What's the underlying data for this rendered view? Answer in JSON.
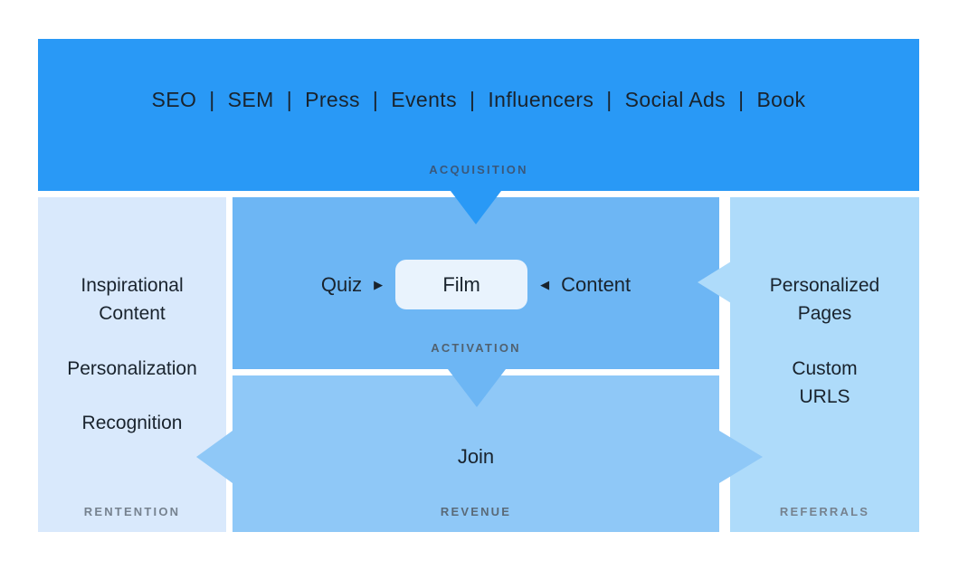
{
  "colors": {
    "acquisition_band": "#2999F6",
    "activation_panel": "#6DB6F4",
    "revenue_panel": "#8FC8F7",
    "referrals_panel": "#AEDBFA",
    "retention_panel": "#D9E9FC",
    "film_box": "#E9F3FD",
    "body_text": "#19232D",
    "acquisition_label_text": "#3A587B",
    "gray_label_text": "#76828F"
  },
  "acquisition": {
    "channels": [
      "SEO",
      "SEM",
      "Press",
      "Events",
      "Influencers",
      "Social Ads",
      "Book"
    ],
    "separator": "|",
    "label": "ACQUISITION"
  },
  "activation": {
    "quiz": "Quiz",
    "film": "Film",
    "content": "Content",
    "arrow_right_glyph": "▶",
    "arrow_left_glyph": "◀",
    "label": "ACTIVATION"
  },
  "retention": {
    "items": [
      "Inspirational Content",
      "Personalization",
      "Recognition"
    ],
    "label": "RENTENTION"
  },
  "revenue": {
    "join": "Join",
    "label": "REVENUE"
  },
  "referrals": {
    "items": [
      "Personalized Pages",
      "Custom URLS"
    ],
    "label": "REFERRALS"
  }
}
